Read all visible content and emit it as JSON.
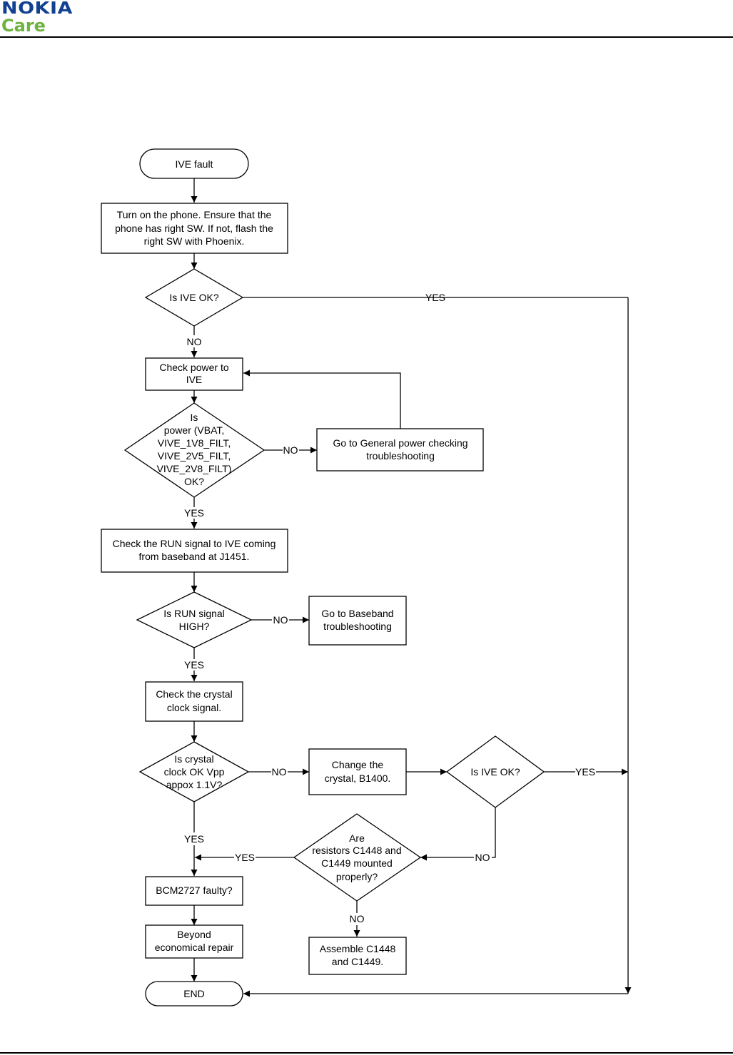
{
  "header": {
    "brand": "NOKIA",
    "subbrand": "Care",
    "brand_color": "#124191",
    "subbrand_color": "#6db33f"
  },
  "flowchart": {
    "start": "IVE fault",
    "step_turn_on": [
      "Turn on the phone. Ensure that the",
      "phone has right SW. If not, flash the",
      "right SW with Phoenix."
    ],
    "decision_ive_ok_1": "Is IVE OK?",
    "step_check_power": [
      "Check power to",
      "IVE"
    ],
    "decision_power": [
      "Is",
      "power (VBAT,",
      "VIVE_1V8_FILT,",
      "VIVE_2V5_FILT,",
      "VIVE_2V8_FILT)",
      "OK?"
    ],
    "step_general_power": [
      "Go to General power checking",
      "troubleshooting"
    ],
    "step_check_run": [
      "Check the RUN signal to IVE coming",
      "from baseband at J1451."
    ],
    "decision_run": [
      "Is RUN signal",
      "HIGH?"
    ],
    "step_baseband": [
      "Go to Baseband",
      "troubleshooting"
    ],
    "step_check_crystal": [
      "Check the crystal",
      "clock signal."
    ],
    "decision_crystal": [
      "Is crystal",
      "clock OK Vpp",
      "appox 1.1V?"
    ],
    "step_change_crystal": [
      "Change the",
      "crystal, B1400."
    ],
    "decision_ive_ok_2": "Is IVE OK?",
    "decision_resistors": [
      "Are",
      "resistors C1448 and",
      "C1449 mounted",
      "properly?"
    ],
    "step_bcm": "BCM2727 faulty?",
    "step_assemble": [
      "Assemble C1448",
      "and C1449."
    ],
    "step_beyond": [
      "Beyond",
      "economical repair"
    ],
    "end": "END",
    "yes": "YES",
    "no": "NO"
  }
}
